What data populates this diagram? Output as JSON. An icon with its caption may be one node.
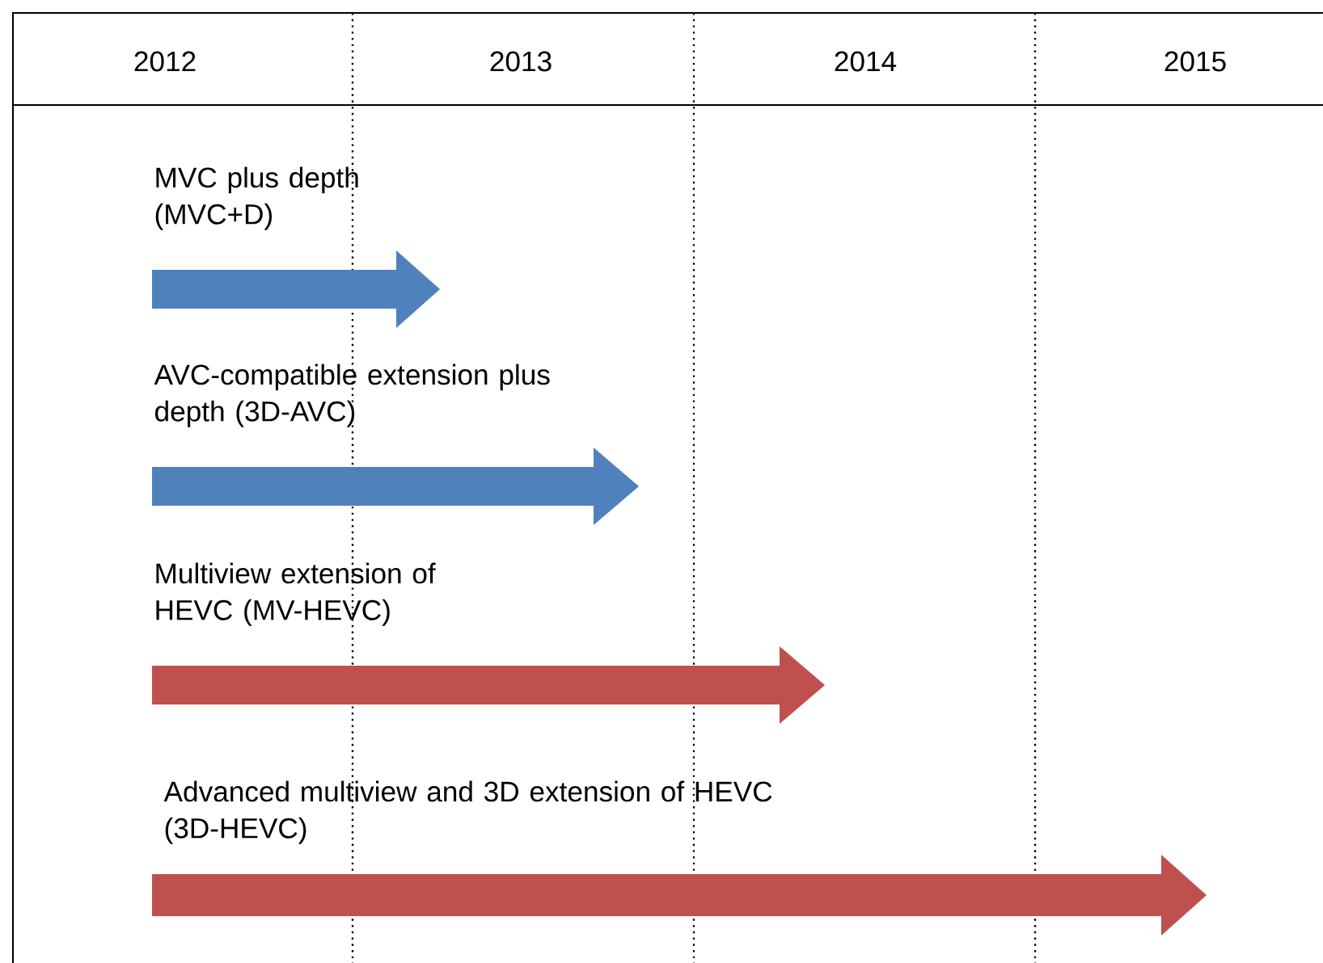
{
  "diagram": {
    "nodes": [
      {
        "text": [
          "MVC plus depth (MVC+D)"
        ]
      },
      {
        "text": [
          "AVC-compatible extension plus depth (3D-AVC)"
        ]
      },
      {
        "text": [
          "Multiview extension of HEVC (MV-HEVC)"
        ]
      },
      {
        "text": [
          "Advanced multiview and 3D extension of HEVC (3D-HEVC)"
        ]
      }
    ],
    "labels": [
      "2012",
      "2013",
      "2014",
      "2015"
    ]
  }
}
